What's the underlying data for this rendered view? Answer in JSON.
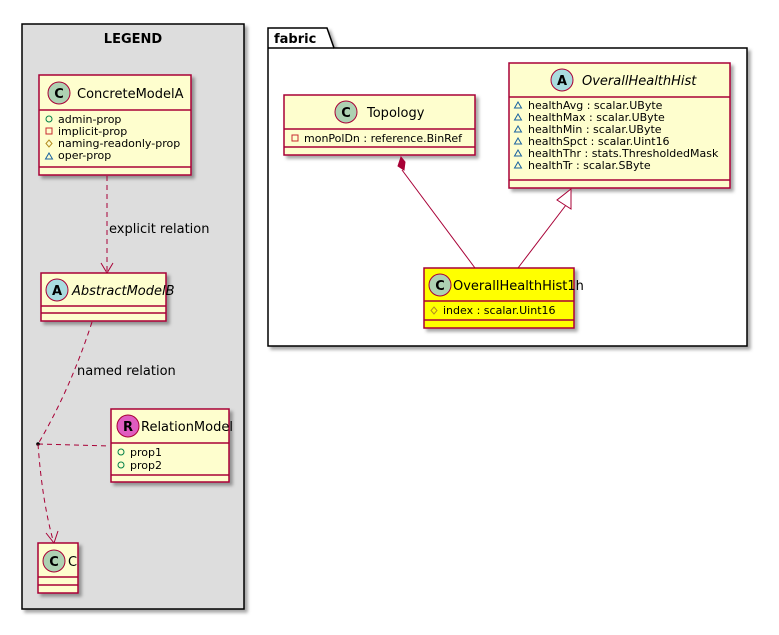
{
  "legend": {
    "title": "LEGEND",
    "concrete": {
      "stereotype": "C",
      "name": "ConcreteModelA",
      "attrs": [
        {
          "vis": "+",
          "text": "admin-prop"
        },
        {
          "vis": "-",
          "text": "implicit-prop"
        },
        {
          "vis": "#",
          "text": "naming-readonly-prop"
        },
        {
          "vis": "~",
          "text": "oper-prop"
        }
      ]
    },
    "explicit_relation": "explicit relation",
    "abstract": {
      "stereotype": "A",
      "name": "AbstractModelB"
    },
    "named_relation": "named relation",
    "relation_model": {
      "stereotype": "R",
      "name": "RelationModel",
      "attrs": [
        {
          "vis": "+",
          "text": "prop1"
        },
        {
          "vis": "+",
          "text": "prop2"
        }
      ]
    },
    "c_class": {
      "stereotype": "C",
      "name": "C"
    }
  },
  "fabric": {
    "title": "fabric",
    "topology": {
      "stereotype": "C",
      "name": "Topology",
      "attrs": [
        {
          "vis": "-",
          "text": "monPolDn : reference.BinRef"
        }
      ]
    },
    "overall_health_hist": {
      "stereotype": "A",
      "name": "OverallHealthHist",
      "attrs": [
        {
          "vis": "~",
          "text": "healthAvg : scalar.UByte"
        },
        {
          "vis": "~",
          "text": "healthMax : scalar.UByte"
        },
        {
          "vis": "~",
          "text": "healthMin : scalar.UByte"
        },
        {
          "vis": "~",
          "text": "healthSpct : scalar.Uint16"
        },
        {
          "vis": "~",
          "text": "healthThr : stats.ThresholdedMask"
        },
        {
          "vis": "~",
          "text": "healthTr : scalar.SByte"
        }
      ]
    },
    "overall_health_hist_1h": {
      "stereotype": "C",
      "name": "OverallHealthHist1h",
      "attrs": [
        {
          "vis": "#",
          "text": "index : scalar.Uint16"
        }
      ]
    }
  },
  "colors": {
    "class_fill": "#FEFECE",
    "highlight_fill": "#FFFF00",
    "border": "#A80036",
    "legend_bg": "#DDDDDD",
    "circle_c": "#ADD1B2",
    "circle_a": "#A9DCDF",
    "circle_r": "#E05CC0"
  }
}
